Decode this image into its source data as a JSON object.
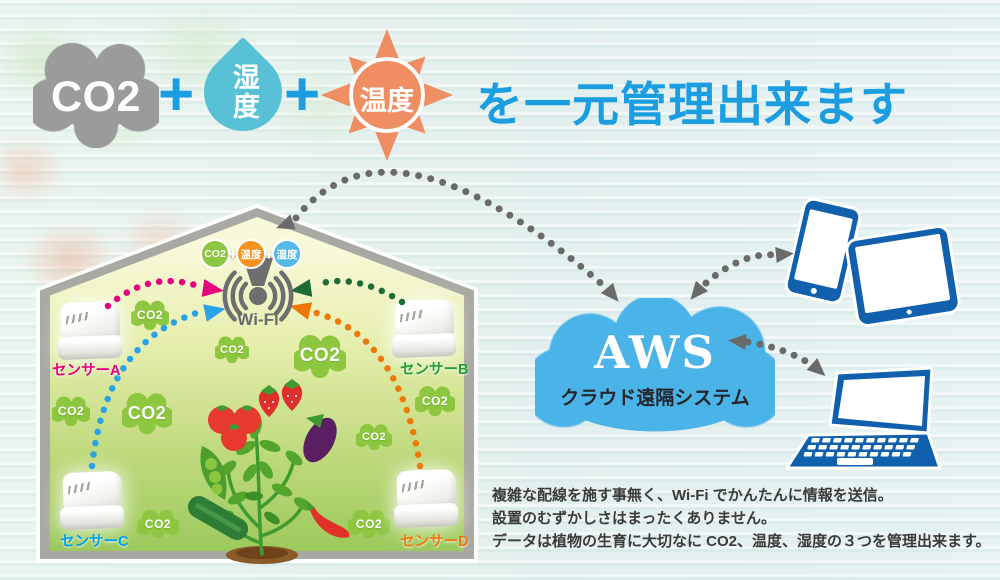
{
  "header": {
    "co2": "CO2",
    "plus": "+",
    "humidity": "湿度",
    "temperature": "温度",
    "headline": "を一元管理出来ます"
  },
  "greenhouse": {
    "badge": {
      "co2": "CO2",
      "temperature": "温度",
      "humidity": "湿度",
      "plus": "+"
    },
    "wifi": "Wi-Fi",
    "co2": "CO2",
    "sensor_a": "センサーA",
    "sensor_b": "センサーB",
    "sensor_c": "センサーC",
    "sensor_d": "センサーD"
  },
  "aws": {
    "title": "AWS",
    "subtitle": "クラウド遠隔システム"
  },
  "description": {
    "line1": "複雑な配線を施す事無く、Wi-Fi でかんたんに情報を送信。",
    "line2": "設置のむずかしさはまったくありません。",
    "line3": "データは植物の生育に大切なに CO2、温度、湿度の３つを管理出来ます。"
  },
  "colors": {
    "headline_blue": "#1b9de2",
    "co2_cloud_gray": "#9b9b9b",
    "humidity_teal": "#58c1d5",
    "temperature_orange": "#ef8e63",
    "co2_green": "#8dc63f",
    "badge_orange": "#f6921e",
    "badge_blue": "#54b8e8",
    "aws_blue": "#4ab3e8",
    "device_blue": "#1160ae",
    "sensor_a_pink": "#e6007e",
    "sensor_b_green": "#21a038",
    "sensor_c_blue": "#00a0e9",
    "sensor_d_orange": "#f0780a",
    "arrow_gray": "#6a6a6a"
  }
}
